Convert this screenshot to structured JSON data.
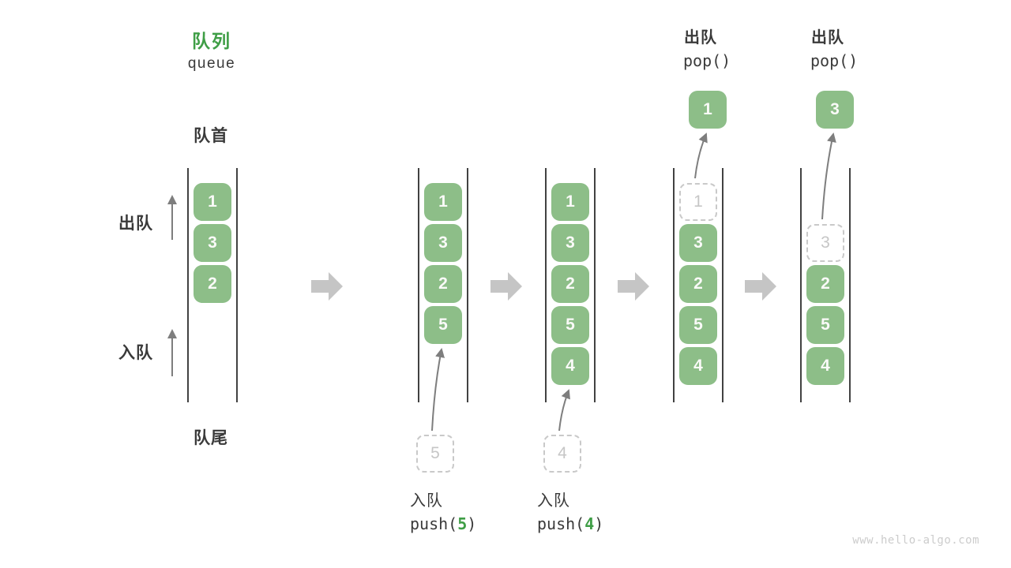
{
  "title": {
    "zh": "队列",
    "en": "queue"
  },
  "labels": {
    "front": "队首",
    "rear": "队尾",
    "dequeue_side": "出队",
    "enqueue_side": "入队"
  },
  "watermark": "www.hello-algo.com",
  "colors": {
    "box_fill": "#8DBE88",
    "box_text": "#FAFAF8",
    "accent": "#3F9E46",
    "dashed_border": "#C9C9C9",
    "dashed_text": "#C6C6C6",
    "container_line": "#424242",
    "block_arrow": "#C5C5C5",
    "thin_arrow": "#7E7E7E",
    "label_text": "#3A3A3A",
    "watermark_text": "#CCCCCC"
  },
  "states": [
    {
      "name": "initial",
      "slots": [
        {
          "row": 0,
          "value": "1"
        },
        {
          "row": 1,
          "value": "3"
        },
        {
          "row": 2,
          "value": "2"
        }
      ]
    },
    {
      "name": "after-push-5",
      "slots": [
        {
          "row": 0,
          "value": "1"
        },
        {
          "row": 1,
          "value": "3"
        },
        {
          "row": 2,
          "value": "2"
        },
        {
          "row": 3,
          "value": "5"
        }
      ],
      "operation": {
        "type": "push",
        "label": "入队",
        "code_before": "push(",
        "arg": "5",
        "code_after": ")",
        "incoming_value": "5"
      }
    },
    {
      "name": "after-push-4",
      "slots": [
        {
          "row": 0,
          "value": "1"
        },
        {
          "row": 1,
          "value": "3"
        },
        {
          "row": 2,
          "value": "2"
        },
        {
          "row": 3,
          "value": "5"
        },
        {
          "row": 4,
          "value": "4"
        }
      ],
      "operation": {
        "type": "push",
        "label": "入队",
        "code_before": "push(",
        "arg": "4",
        "code_after": ")",
        "incoming_value": "4"
      }
    },
    {
      "name": "after-pop-1",
      "slots": [
        {
          "row": 0,
          "value": "1",
          "dashed": true
        },
        {
          "row": 1,
          "value": "3"
        },
        {
          "row": 2,
          "value": "2"
        },
        {
          "row": 3,
          "value": "5"
        },
        {
          "row": 4,
          "value": "4"
        }
      ],
      "operation": {
        "type": "pop",
        "label": "出队",
        "code": "pop()",
        "popped_value": "1",
        "dashed_row": 0
      }
    },
    {
      "name": "after-pop-3",
      "slots": [
        {
          "row": 1,
          "value": "3",
          "dashed": true
        },
        {
          "row": 2,
          "value": "2"
        },
        {
          "row": 3,
          "value": "5"
        },
        {
          "row": 4,
          "value": "4"
        }
      ],
      "operation": {
        "type": "pop",
        "label": "出队",
        "code": "pop()",
        "popped_value": "3",
        "dashed_row": 1
      }
    }
  ]
}
